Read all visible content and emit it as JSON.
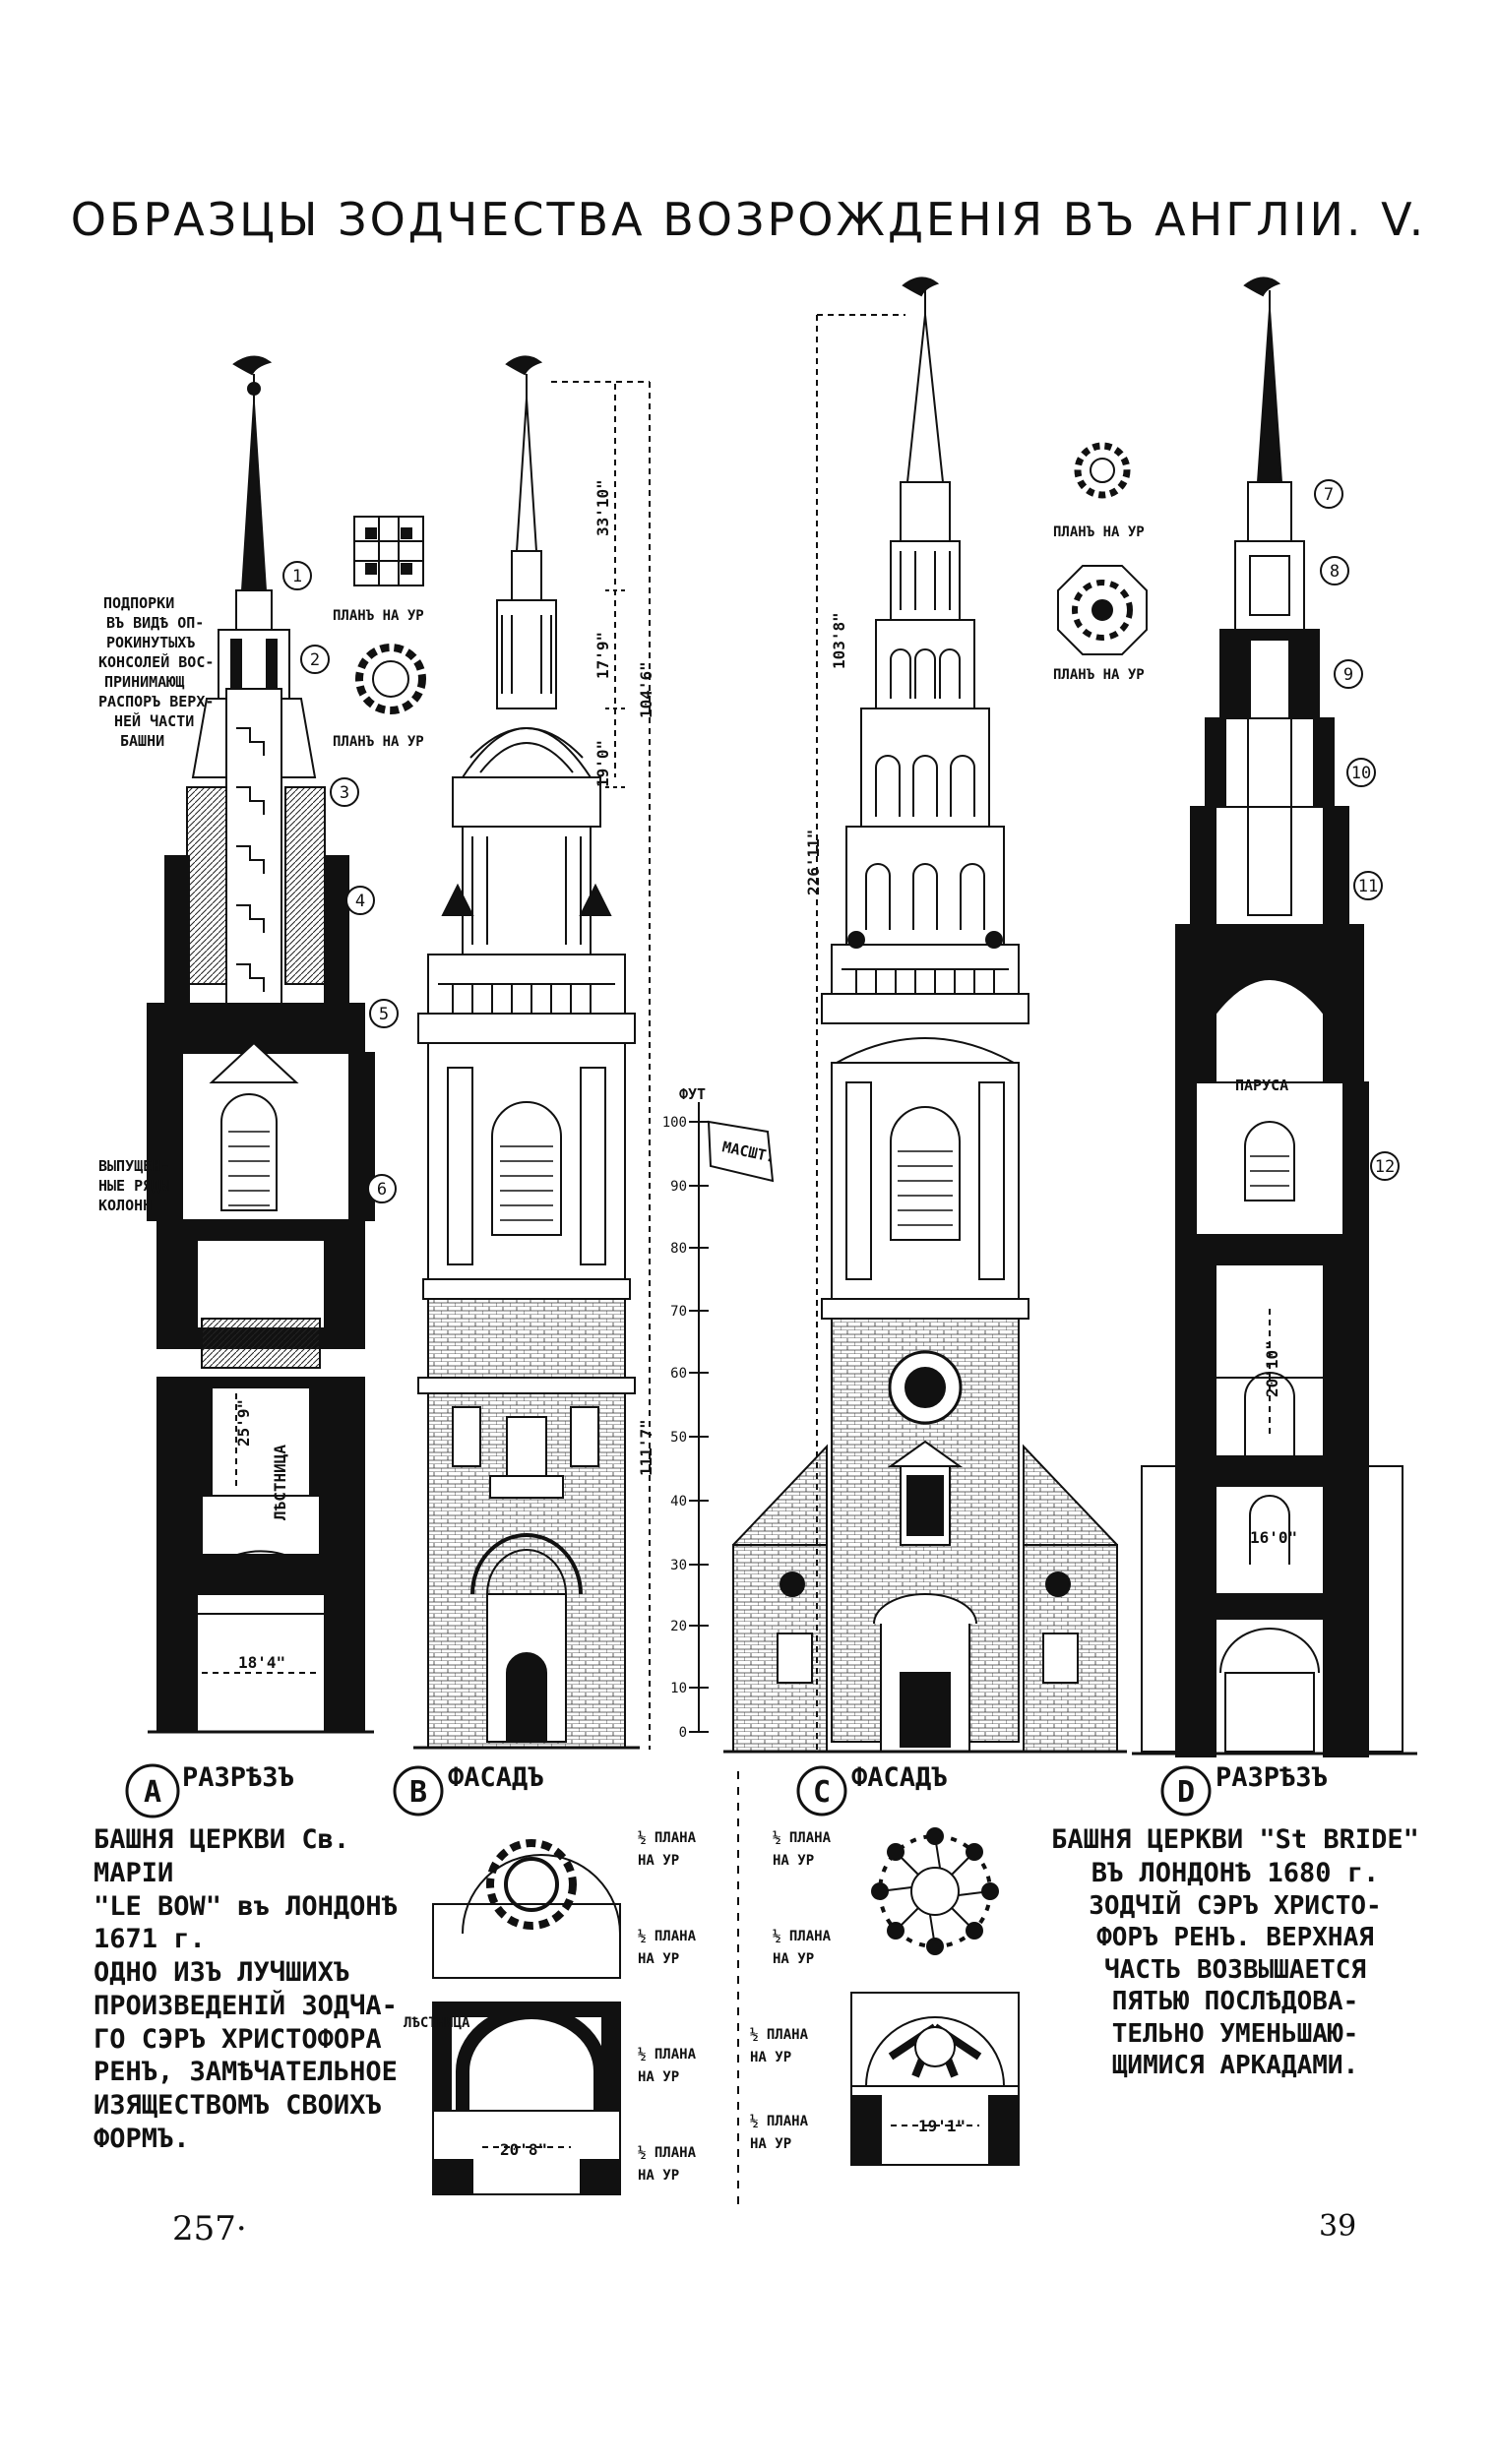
{
  "page": {
    "title": "ОБРАЗЦЫ ЗОДЧЕСТВА ВОЗРОЖДЕНІЯ ВЪ АНГЛІИ. V.",
    "number_left": "257·",
    "number_right": "39"
  },
  "towers": [
    {
      "letter": "A",
      "label": "РАЗРѢЗЪ"
    },
    {
      "letter": "B",
      "label": "ФАСАДЪ"
    },
    {
      "letter": "C",
      "label": "ФАСАДЪ"
    },
    {
      "letter": "D",
      "label": "РАЗРѢЗЪ"
    }
  ],
  "notes": {
    "supports": [
      "ПОДПОРКИ",
      "ВЪ ВИДѢ ОП-",
      "РОКИНУТЫХЪ",
      "КОНСОЛЕЙ ВОС-",
      "ПРИНИМАЮЩ",
      "РАСПОРЪ ВЕРХ-",
      "НЕЙ ЧАСТИ",
      "БАШНИ"
    ],
    "louvers": [
      "ВЫПУЩЕН-",
      "НЫЕ РЯДЫ",
      "КОЛОНН"
    ],
    "stair_a": "ЛѢСТНИЦА",
    "stair_plan": "ЛѢСТНИЦА",
    "sail": "ПАРУСА",
    "scale_flag": "МАСШТ.",
    "scale_unit": "ФУТ"
  },
  "dimensions": {
    "a_width": "18'4\"",
    "a_height": "25'9\"",
    "b_upper": "33'10\"",
    "b_mid": "17'9\"",
    "b_lower": "19'0\"",
    "b_spire": "104'6\"",
    "b_total": "111'7\"",
    "c_tower": "103'8\"",
    "c_total": "226'11\"",
    "d_mid": "20'10\"",
    "d_low": "16'0\"",
    "plan_a": "20'8\"",
    "plan_d": "19'1\""
  },
  "scale_ticks": [
    "100",
    "90",
    "80",
    "70",
    "60",
    "50",
    "40",
    "30",
    "20",
    "10",
    "0"
  ],
  "plans": {
    "level_1": "ПЛАНЪ НА УР",
    "level_2": "ПЛАНЪ НА УР",
    "level_7": "ПЛАНЪ НА УР",
    "level_8": "ПЛАНЪ НА УР",
    "half_3": [
      "½ ПЛАНА",
      "НА УР"
    ],
    "half_4": [
      "½ ПЛАНА",
      "НА УР"
    ],
    "half_5": [
      "½ ПЛАНА",
      "НА УР"
    ],
    "half_6": [
      "½ ПЛАНА",
      "НА УР"
    ],
    "half_9": [
      "½ ПЛАНА",
      "НА УР"
    ],
    "half_10": [
      "½ ПЛАНА",
      "НА УР"
    ],
    "half_11": [
      "½ ПЛАНА",
      "НА УР"
    ],
    "half_12": [
      "½ ПЛАНА",
      "НА УР"
    ]
  },
  "level_markers": [
    "1",
    "2",
    "3",
    "4",
    "5",
    "6",
    "7",
    "8",
    "9",
    "10",
    "11",
    "12"
  ],
  "caption_a": {
    "title_1": "БАШНЯ ЦЕРКВИ Св. МАРІИ",
    "title_2": "\"LE BOW\" въ ЛОНДОНѢ 1671 г.",
    "body": [
      "ОДНО ИЗЪ ЛУЧШИХЪ",
      "ПРОИЗВЕДЕНІЙ ЗОДЧА-",
      "ГО СЭРЪ ХРИСТОФОРА",
      "РЕНЪ, ЗАМѢЧАТЕЛЬНОЕ",
      "ИЗЯЩЕСТВОМЪ СВОИХЪ",
      "ФОРМЪ."
    ]
  },
  "caption_d": {
    "title_1": "БАШНЯ ЦЕРКВИ \"St BRIDE\"",
    "title_2": "ВЪ ЛОНДОНѢ 1680 г.",
    "body": [
      "ЗОДЧІЙ СЭРЪ ХРИСТО-",
      "ФОРЪ РЕНЪ. ВЕРХНАЯ",
      "ЧАСТЬ ВОЗВЫШАЕТСЯ",
      "ПЯТЬЮ ПОСЛѢДОВА-",
      "ТЕЛЬНО УМЕНЬШАЮ-",
      "ЩИМИСЯ АРКАДАМИ."
    ]
  }
}
